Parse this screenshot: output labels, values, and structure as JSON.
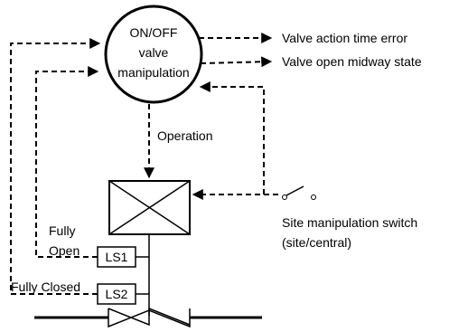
{
  "controller": {
    "line1": "ON/OFF",
    "line2": "valve",
    "line3": "manipulation"
  },
  "outputs": {
    "time_error": "Valve action time error",
    "midway_state": "Valve open midway state"
  },
  "operation_label": "Operation",
  "switch": {
    "line1": "Site manipulation switch",
    "line2": "(site/central)"
  },
  "limit_switches": {
    "ls1": "LS1",
    "ls2": "LS2",
    "fully_open_line1": "Fully",
    "fully_open_line2": "Open",
    "fully_closed": "Fully Closed"
  }
}
